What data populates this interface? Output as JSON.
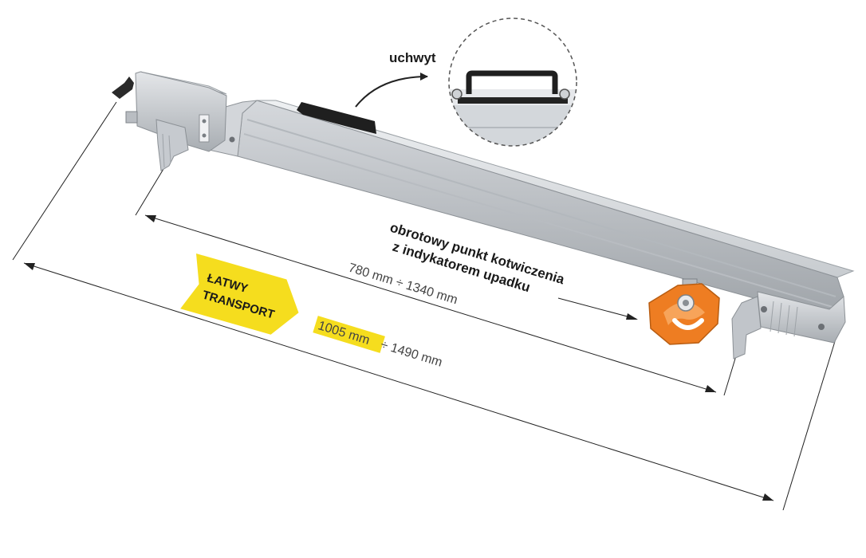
{
  "labels": {
    "handle": "uchwyt",
    "anchor_line1": "obrotowy punkt kotwiczenia",
    "anchor_line2": "z indykatorem upadku",
    "inner_range": "780 mm ÷ 1340 mm",
    "outer_highlight": "1005 mm",
    "outer_rest": " ÷ 1490 mm",
    "badge_line1": "ŁATWY",
    "badge_line2": "TRANSPORT"
  },
  "colors": {
    "accent_yellow": "#f5dd1e",
    "orange": "#ee7d22",
    "aluminium": "#c9cdd1",
    "dark": "#222222"
  },
  "icons": {
    "handle_zoom": "handle-zoom-icon",
    "arrow": "curved-arrow-icon"
  }
}
